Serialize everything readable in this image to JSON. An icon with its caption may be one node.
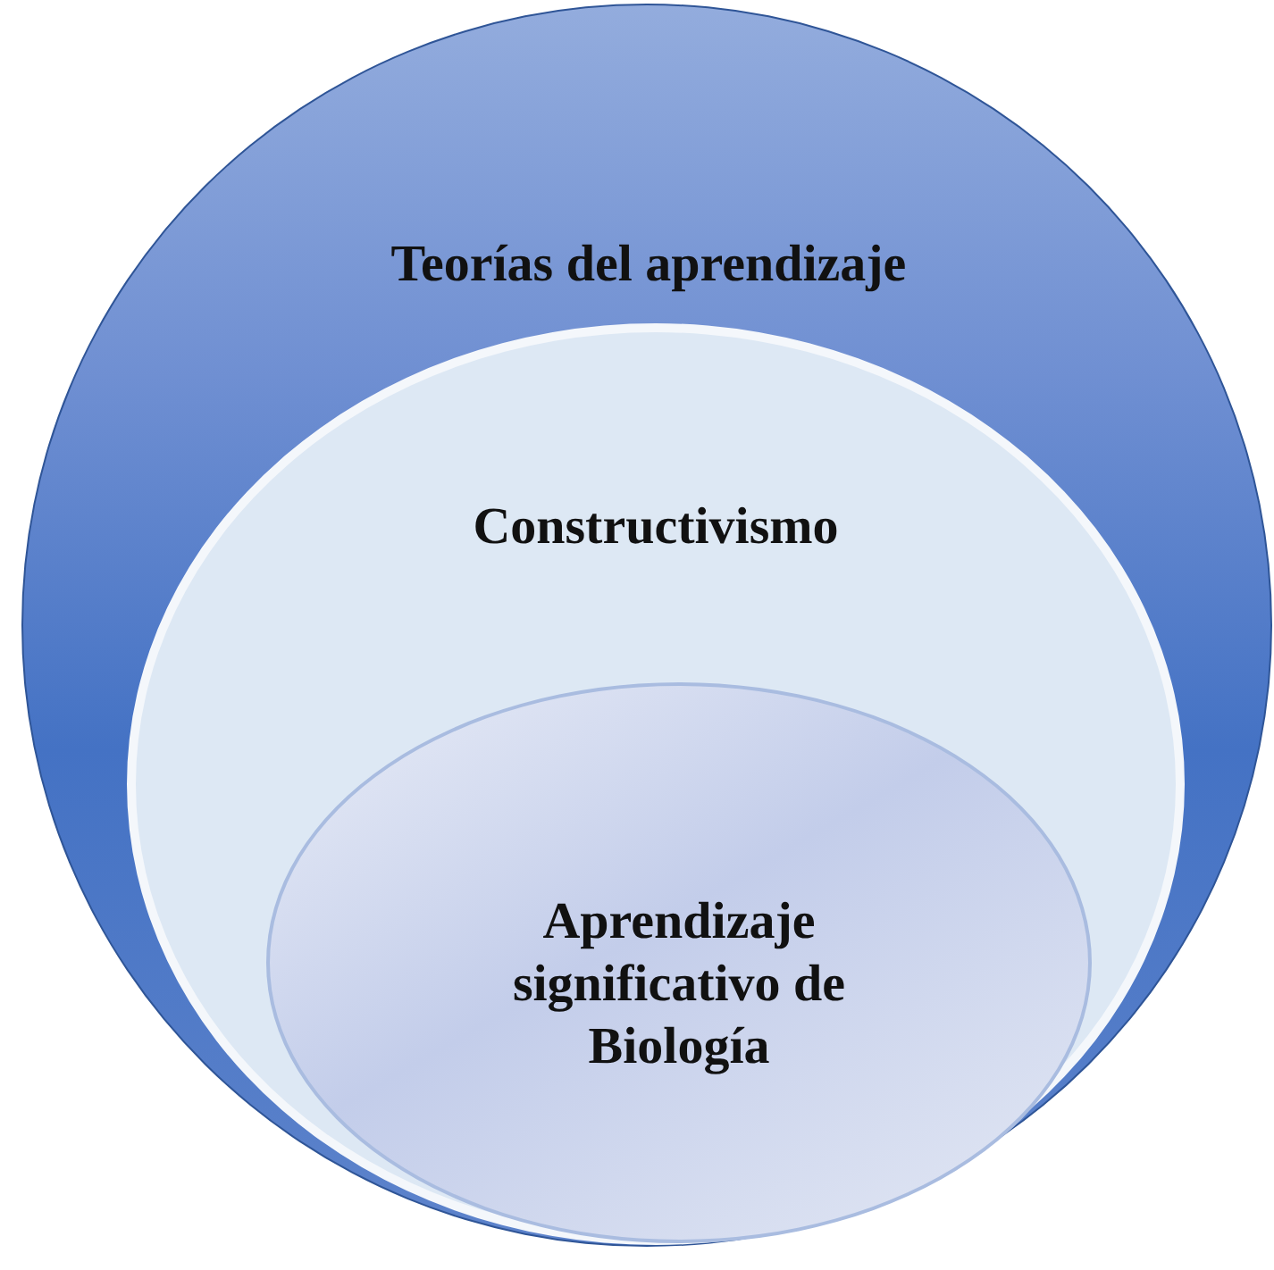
{
  "diagram": {
    "nodes": [
      {
        "text": [
          "Teorías del aprendizaje"
        ]
      },
      {
        "text": [
          "Constructivismo"
        ],
        "in": 0
      },
      {
        "text": [
          "Aprendizaje significativo de Biología"
        ],
        "in": 1
      }
    ]
  }
}
